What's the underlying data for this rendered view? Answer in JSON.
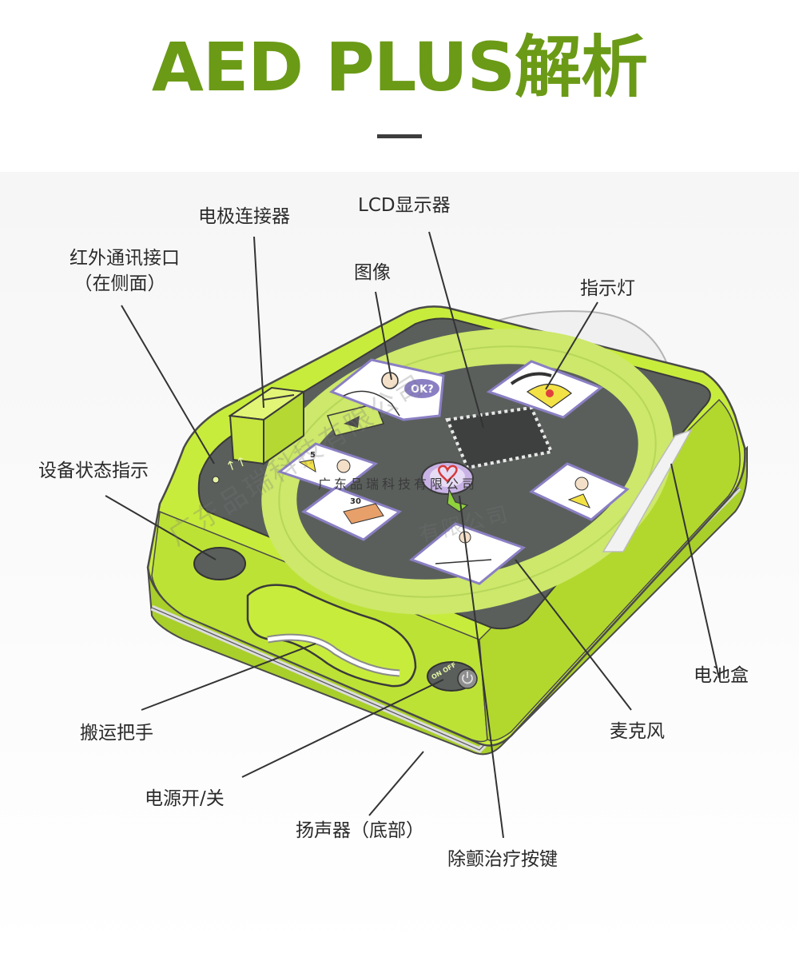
{
  "title": "AED PLUS解析",
  "labels": {
    "electrode_connector": "电极连接器",
    "lcd_display": "LCD显示器",
    "ir_port_line1": "红外通讯接口",
    "ir_port_line2": "（在侧面）",
    "icons": "图像",
    "indicator_light": "指示灯",
    "status_indicator": "设备状态指示",
    "battery_box": "电池盒",
    "carry_handle": "搬运把手",
    "microphone": "麦克风",
    "power_switch": "电源开/关",
    "speaker": "扬声器（底部）",
    "shock_button": "除颤治疗按键"
  },
  "device": {
    "ok_badge": "OK?",
    "cpr_count": "30",
    "cpr_count_alt": "5",
    "power_text": "ON OFF"
  },
  "watermark": "广东品瑞科技有限公司",
  "watermark_faint": "广东品瑞科技有限公司",
  "watermark_faint_alt": "有限公司",
  "colors": {
    "title_green": "#6b9a17",
    "device_body": "#c8ec3c",
    "device_panel": "#5a5f5c",
    "panel_ring": "#cde86a"
  }
}
